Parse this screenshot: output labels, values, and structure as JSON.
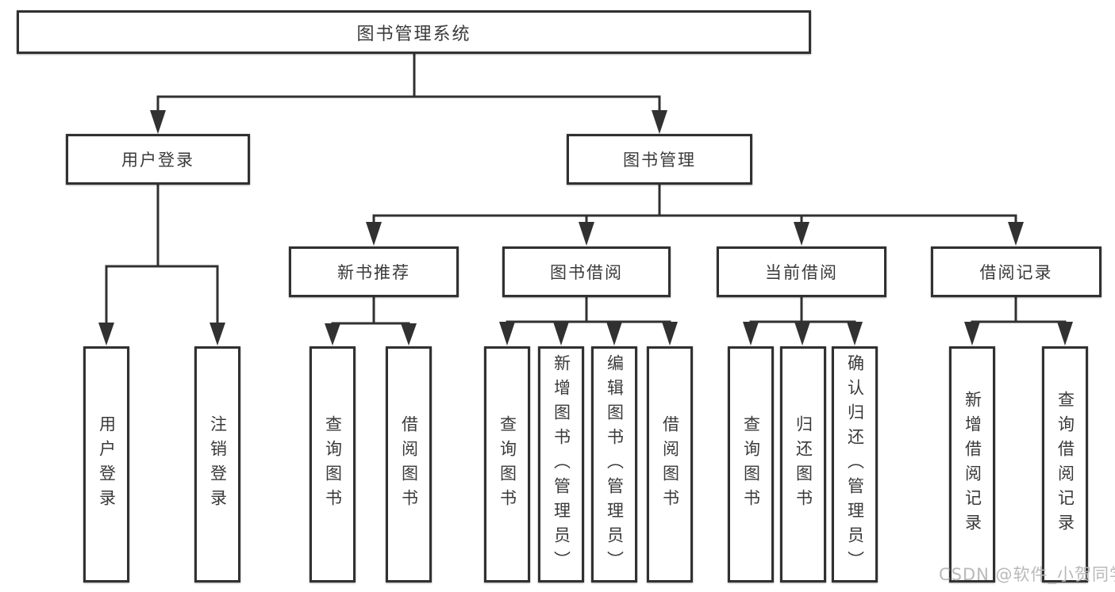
{
  "diagram": {
    "root": {
      "label": "图书管理系统"
    },
    "branches": [
      {
        "label": "用户登录",
        "leaves": [
          "用户登录",
          "注销登录"
        ]
      },
      {
        "label": "图书管理",
        "groups": [
          {
            "label": "新书推荐",
            "leaves": [
              "查询图书",
              "借阅图书"
            ]
          },
          {
            "label": "图书借阅",
            "leaves": [
              "查询图书",
              "新增图书（管理员）",
              "编辑图书（管理员）",
              "借阅图书"
            ]
          },
          {
            "label": "当前借阅",
            "leaves": [
              "查询图书",
              "归还图书",
              "确认归还（管理员）"
            ]
          },
          {
            "label": "借阅记录",
            "leaves": [
              "新增借阅记录",
              "查询借阅记录"
            ]
          }
        ]
      }
    ]
  },
  "watermark": {
    "text": "CSDN @软件_小贺同学",
    "color": "#b9b9b9"
  },
  "colors": {
    "line": "#313131",
    "text": "#3a3a3a",
    "background": "#ffffff"
  }
}
